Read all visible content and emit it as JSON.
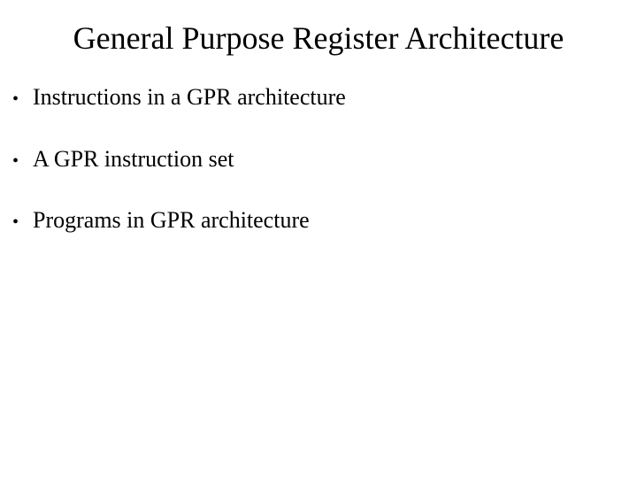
{
  "slide": {
    "title": "General Purpose Register Architecture",
    "bullet_glyph": "•",
    "bullets": [
      "Instructions in a GPR architecture",
      "A GPR instruction set",
      "Programs in GPR architecture"
    ],
    "colors": {
      "background": "#ffffff",
      "text": "#000000"
    }
  }
}
